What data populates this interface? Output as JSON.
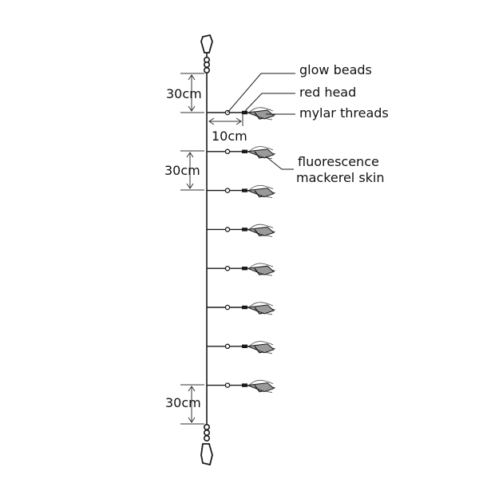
{
  "labels": {
    "glow_beads": "glow beads",
    "red_head": "red head",
    "mylar_threads": "mylar threads",
    "skin_line1": "fluorescence",
    "skin_line2": "mackerel skin"
  },
  "dimensions": {
    "top_spacing": "30cm",
    "branch_length": "10cm",
    "hook_spacing": "30cm",
    "bottom_spacing": "30cm"
  },
  "hook_count": 8,
  "colors": {
    "line": "#1a1a1a",
    "lure_fill": "#9a9a9a",
    "lure_dark": "#555555"
  }
}
